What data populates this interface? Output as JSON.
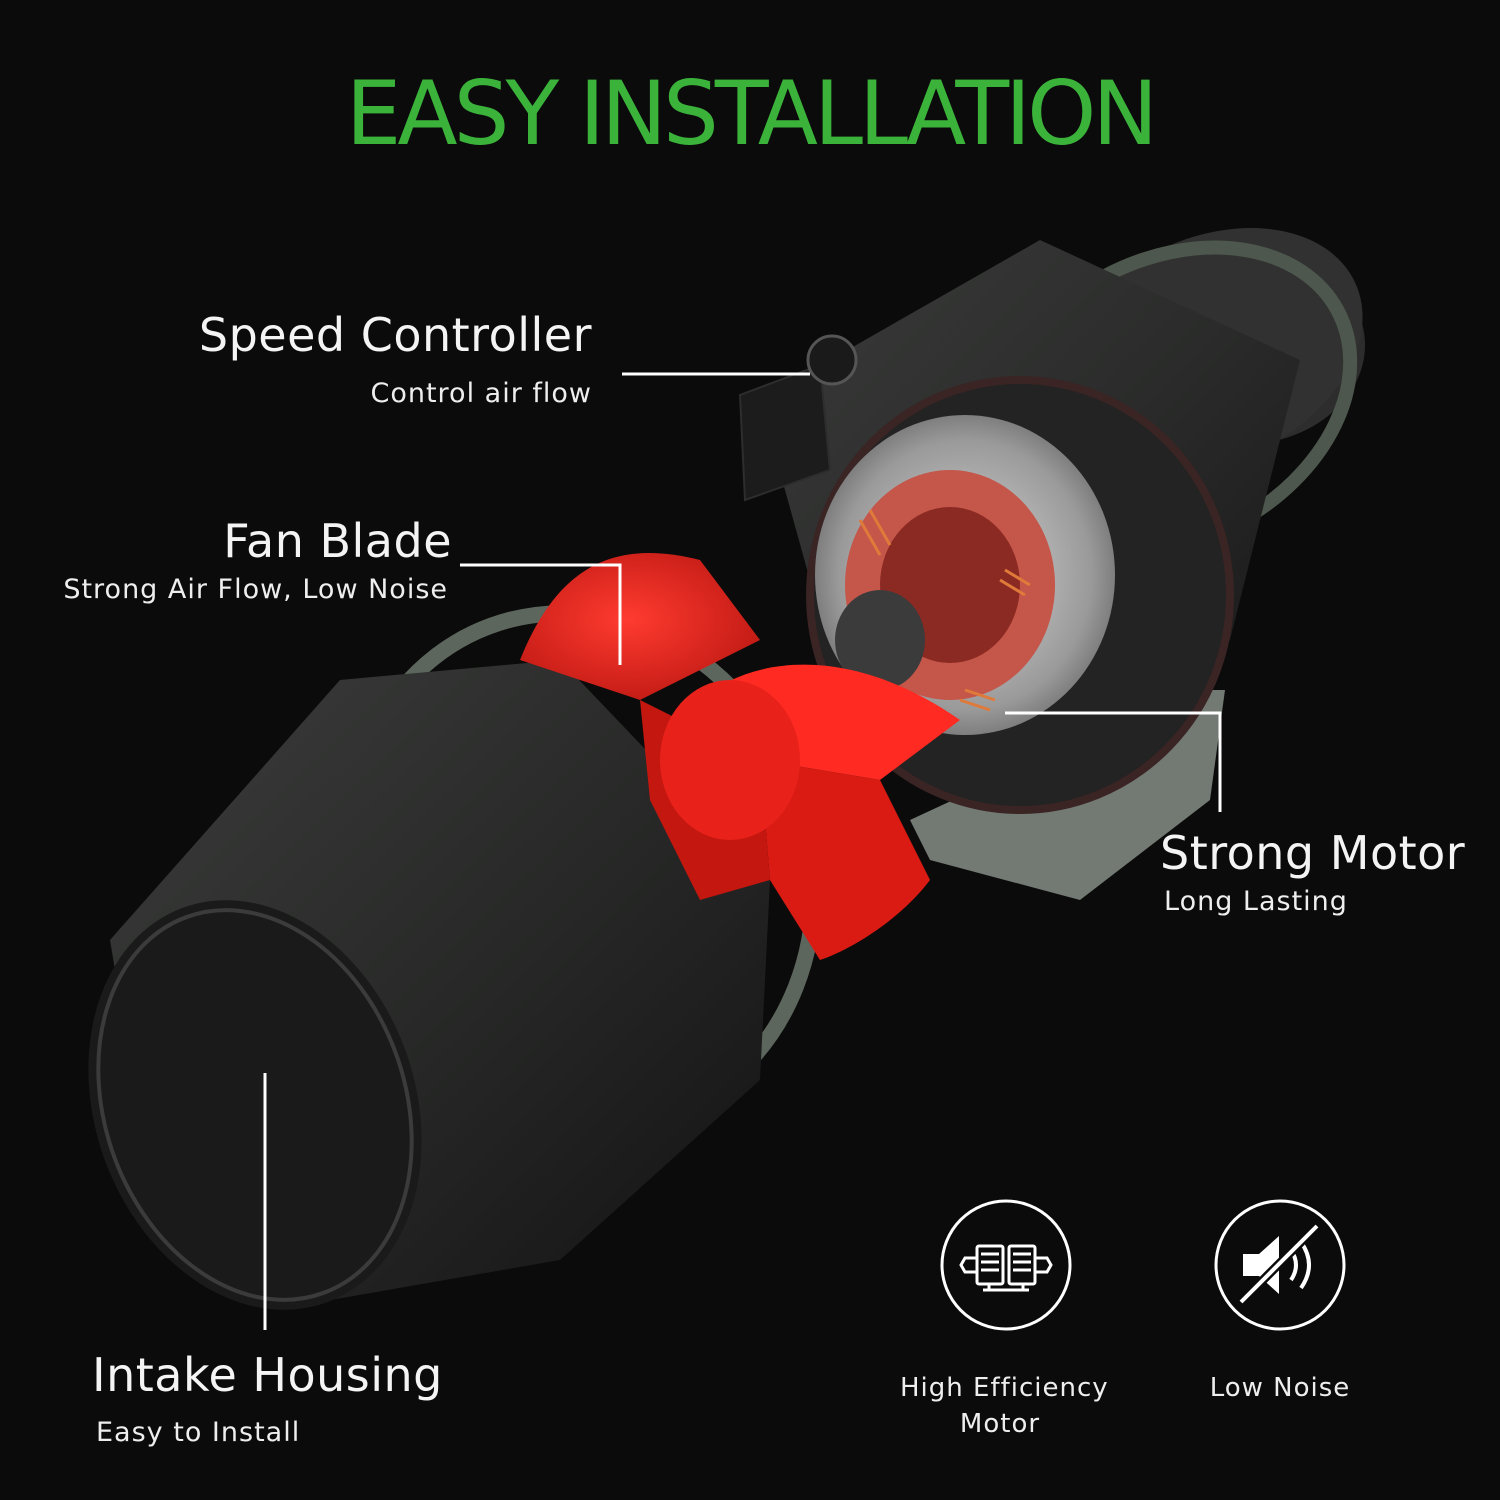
{
  "headline": "EASY INSTALLATION",
  "colors": {
    "headline": "#3bb33b",
    "background": "#0b0b0b",
    "fan_blade": "#e0201b",
    "callout_text": "#f4f4f4"
  },
  "callouts": {
    "speed_controller": {
      "title": "Speed Controller",
      "subtitle": "Control air flow"
    },
    "fan_blade": {
      "title": "Fan Blade",
      "subtitle": "Strong Air Flow, Low Noise"
    },
    "strong_motor": {
      "title": "Strong Motor",
      "subtitle": "Long Lasting"
    },
    "intake_housing": {
      "title": "Intake Housing",
      "subtitle": "Easy to Install"
    }
  },
  "features": [
    {
      "icon": "motor-icon",
      "label_line1": "High Efficiency",
      "label_line2": "Motor"
    },
    {
      "icon": "mute-speaker-icon",
      "label_line1": "Low Noise",
      "label_line2": ""
    }
  ]
}
